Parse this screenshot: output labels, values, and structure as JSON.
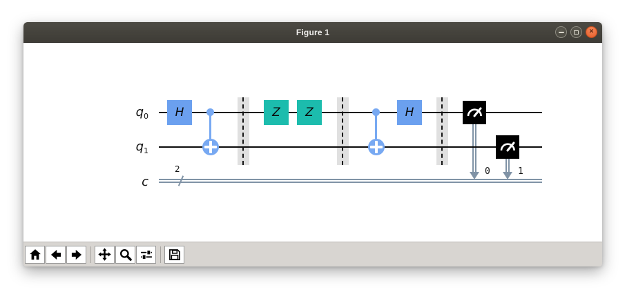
{
  "window": {
    "title": "Figure 1"
  },
  "circuit": {
    "qubits": [
      {
        "base": "q",
        "sub": "0"
      },
      {
        "base": "q",
        "sub": "1"
      }
    ],
    "classical": {
      "label": "c",
      "bit_count": "2"
    },
    "gates": {
      "h1": {
        "label": "H"
      },
      "z1": {
        "label": "Z"
      },
      "z2": {
        "label": "Z"
      },
      "h2": {
        "label": "H"
      },
      "measure0": {
        "clbit": "0"
      },
      "measure1": {
        "clbit": "1"
      }
    },
    "colors": {
      "hadamard": "#6BA0EF",
      "phase": "#1CBCAD",
      "cnot": "#78A9F2",
      "measure": "#000000",
      "classical_wire": "#8093A6",
      "quantum_wire": "#0B0B0B",
      "barrier": "#E0E0E0"
    }
  },
  "toolbar": {
    "icons": [
      "home",
      "back",
      "forward",
      "pan",
      "zoom",
      "configure-subplots",
      "save"
    ]
  },
  "window_controls": {
    "minimize": "minimize",
    "maximize": "maximize",
    "close": "×"
  }
}
